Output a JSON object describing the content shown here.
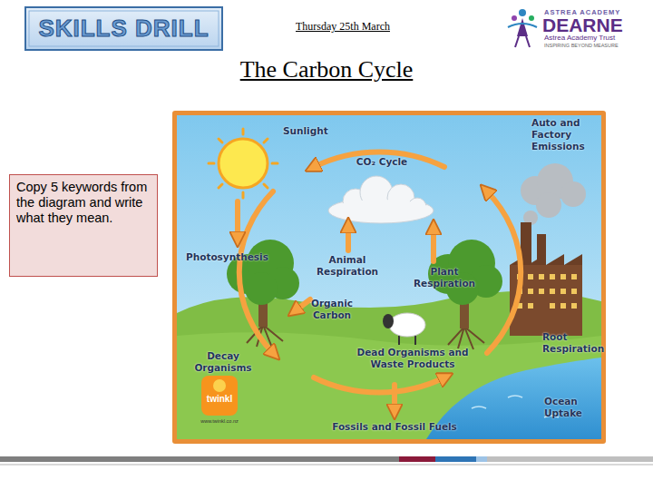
{
  "diagram": {
    "title": "The Carbon Cycle",
    "nodes": [
      {
        "text": [
          "Copy 5 keywords from the diagram and write what they mean."
        ]
      }
    ],
    "labels": [
      "SKILLS DRILL",
      "Thursday 25th March",
      "ASTREA ACADEMY",
      "DEARNE",
      "Astrea Academy Trust",
      "INSPIRING BEYOND MEASURE",
      "Sunlight",
      "CO₂ Cycle",
      "Auto and Factory Emissions",
      "Photosynthesis",
      "Animal Respiration",
      "Plant Respiration",
      "Organic Carbon",
      "Root Respiration",
      "Decay Organisms",
      "Dead Organisms and Waste Products",
      "Ocean Uptake",
      "Fossils and Fossil Fuels",
      "twinkl",
      "www.twinkl.co.nz"
    ]
  }
}
